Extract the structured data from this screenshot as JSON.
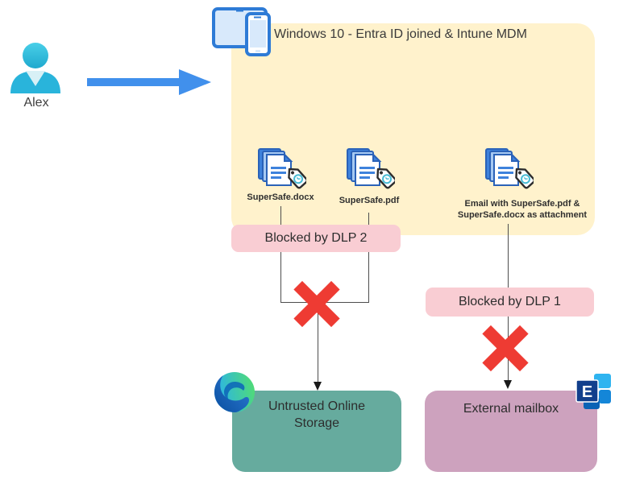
{
  "diagram": {
    "actor": {
      "label": "Alex"
    },
    "environment": {
      "title": "Windows 10 - Entra ID joined & Intune MDM"
    },
    "documents": [
      {
        "label": "SuperSafe.docx"
      },
      {
        "label": "SuperSafe.pdf"
      },
      {
        "label_lines": [
          "Email with SuperSafe.pdf &",
          "SuperSafe.docx as attachment"
        ]
      }
    ],
    "dlp_blocks": [
      {
        "label": "Blocked by DLP 2"
      },
      {
        "label": "Blocked by DLP 1"
      }
    ],
    "destinations": [
      {
        "label": "Untrusted Online Storage",
        "icon": "edge-browser-icon"
      },
      {
        "label": "External mailbox",
        "icon": "exchange-icon"
      }
    ],
    "colors": {
      "environment_fill": "#FFF2CC",
      "dlp_block_fill": "#F9CDD3",
      "storage_fill": "#66AB9E",
      "mailbox_fill": "#CDA2BE",
      "cross_red": "#EE3B33",
      "flow_arrow_blue": "#4190EC",
      "person_cyan": "#2BB9DC",
      "document_blue": "#3E82DC",
      "connector_gray": "#4D4D4D"
    }
  }
}
